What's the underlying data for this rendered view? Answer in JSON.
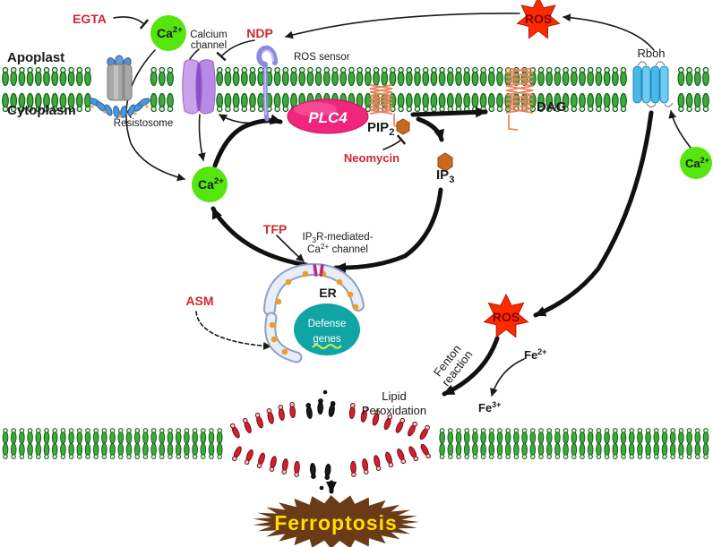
{
  "compartments": {
    "apoplast": "Apoplast",
    "cytoplasm": "Cytoplasm"
  },
  "inhibitors": {
    "egta": "EGTA",
    "ndp": "NDP",
    "neomycin": "Neomycin",
    "tfp": "TFP",
    "asm": "ASM"
  },
  "molecules": {
    "ca": {
      "base": "Ca",
      "sup": "2+"
    },
    "ros": "ROS",
    "pip2": {
      "base": "PIP",
      "sub": "2"
    },
    "ip3": {
      "base": "IP",
      "sub": "3"
    },
    "dag": "DAG",
    "fe2": {
      "base": "Fe",
      "sup": "2+"
    },
    "fe3": {
      "base": "Fe",
      "sup": "3+"
    }
  },
  "proteins": {
    "resistosome": "Resistosome",
    "calcium_channel": {
      "l1": "Calcium",
      "l2": "channel"
    },
    "ros_sensor": "ROS sensor",
    "plc4": "PLC4",
    "rboh": "Rboh",
    "ip3r": {
      "l1a": "IP",
      "l1sub": "3",
      "l1b": "R-mediated-",
      "l2a": "Ca",
      "l2sup": "2+",
      "l2b": " channel"
    }
  },
  "organelles": {
    "er": "ER",
    "defense_genes": {
      "l1": "Defense",
      "l2": "genes"
    }
  },
  "processes": {
    "fenton": {
      "l1": "Fenton",
      "l2": "reaction"
    },
    "lipid_peroxidation": {
      "l1": "Lipid",
      "l2": "Peroxidation"
    },
    "ferroptosis": "Ferroptosis"
  },
  "colors": {
    "label_red": "#d22730",
    "ca_green": "#55e60e",
    "membrane_green": "#3fa83f",
    "plc4_pink": "#f0267d",
    "ros_star_red": "#ff2b00",
    "ros_text_dark_red": "#7e0000",
    "hexagon_orange": "#c96a1f",
    "er_dot_orange": "#f59b25",
    "defense_teal": "#11a4a4",
    "rboh_blue": "#49b9e8",
    "channel_purple": "#c9a2ea",
    "ferroptosis_brown": "#6b3a17",
    "ferroptosis_yellow": "#ffdf00",
    "damaged_lipid_red": "#d32030"
  }
}
